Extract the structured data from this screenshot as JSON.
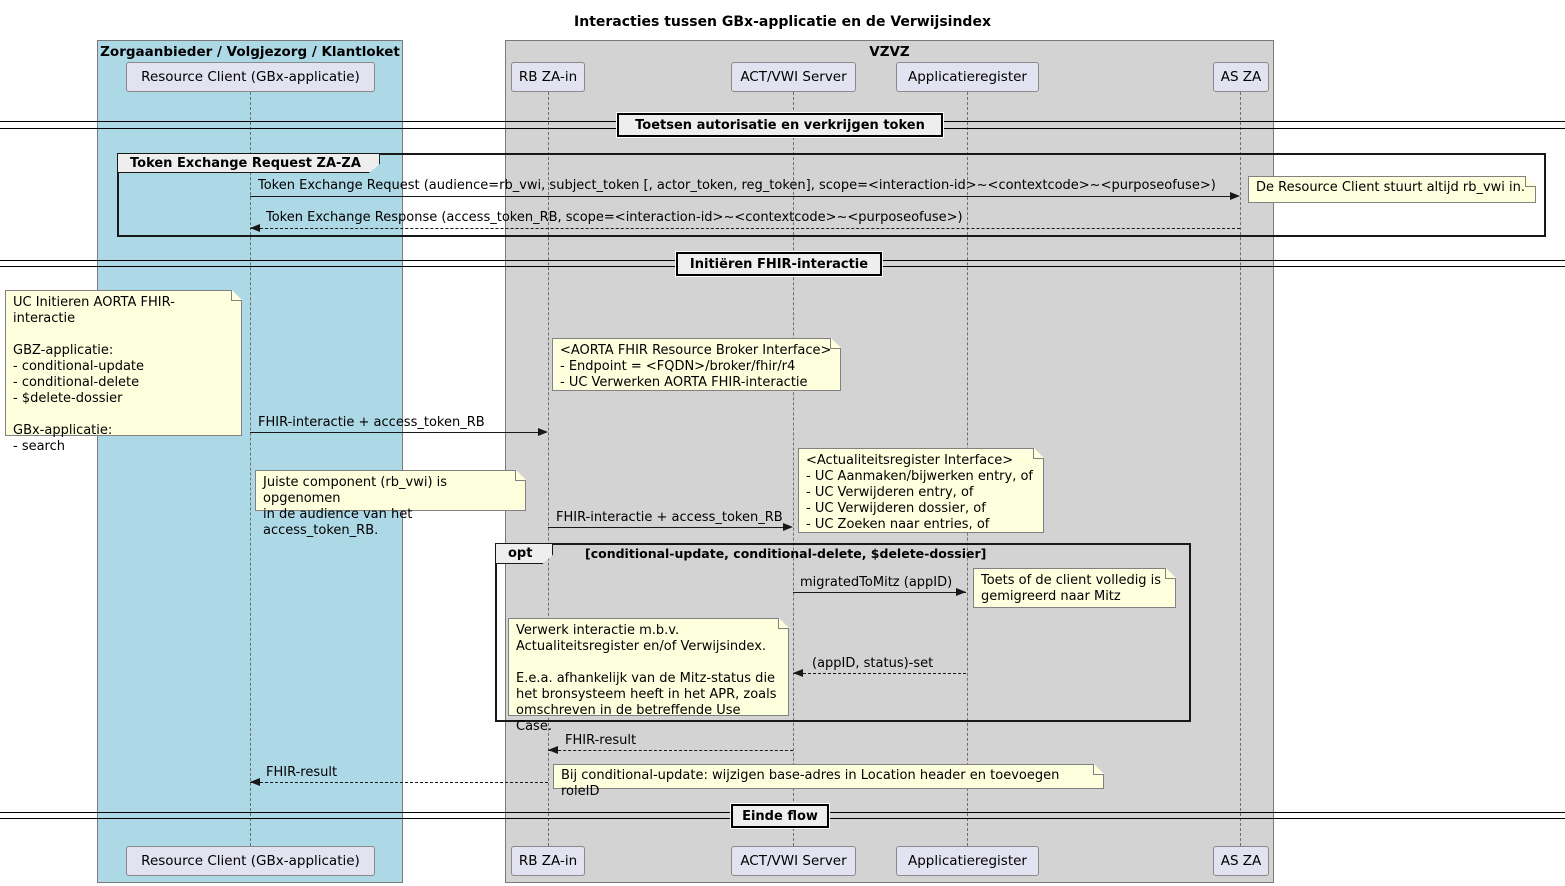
{
  "title": "Interacties tussen GBx-applicatie en de Verwijsindex",
  "boxes": {
    "zorgaanbieder": {
      "label": "Zorgaanbieder / Volgjezorg / Klantloket",
      "color": "#ADD8E6"
    },
    "vzvz": {
      "label": "VZVZ",
      "color": "#D3D3D3"
    }
  },
  "participants": [
    {
      "label": "Resource Client (GBx-applicatie)"
    },
    {
      "label": "RB ZA-in"
    },
    {
      "label": "ACT/VWI Server"
    },
    {
      "label": "Applicatieregister"
    },
    {
      "label": "AS ZA"
    }
  ],
  "dividers": [
    {
      "label": "Toetsen autorisatie en verkrijgen token"
    },
    {
      "label": "Initiëren FHIR-interactie"
    },
    {
      "label": "Einde flow"
    }
  ],
  "fragments": {
    "token_exchange_group": {
      "label": "Token Exchange Request ZA-ZA"
    },
    "opt": {
      "keyword": "opt",
      "guard": "[conditional-update, conditional-delete, $delete-dossier]"
    }
  },
  "messages": [
    {
      "text": "Token Exchange Request (audience=rb_vwi, subject_token [, actor_token, reg_token], scope=<interaction-id>~<contextcode>~<purposeofuse>)",
      "from": "Resource Client (GBx-applicatie)",
      "to": "AS ZA",
      "style": "solid"
    },
    {
      "text": "Token Exchange Response (access_token_RB, scope=<interaction-id>~<contextcode>~<purposeofuse>)",
      "from": "AS ZA",
      "to": "Resource Client (GBx-applicatie)",
      "style": "dashed"
    },
    {
      "text": "FHIR-interactie + access_token_RB",
      "from": "Resource Client (GBx-applicatie)",
      "to": "RB ZA-in",
      "style": "solid"
    },
    {
      "text": "FHIR-interactie + access_token_RB",
      "from": "RB ZA-in",
      "to": "ACT/VWI Server",
      "style": "solid"
    },
    {
      "text": "migratedToMitz (appID)",
      "from": "ACT/VWI Server",
      "to": "Applicatieregister",
      "style": "solid"
    },
    {
      "text": "(appID, status)-set",
      "from": "Applicatieregister",
      "to": "ACT/VWI Server",
      "style": "dashed"
    },
    {
      "text": "FHIR-result",
      "from": "ACT/VWI Server",
      "to": "RB ZA-in",
      "style": "dashed"
    },
    {
      "text": "FHIR-result",
      "from": "RB ZA-in",
      "to": "Resource Client (GBx-applicatie)",
      "style": "dashed"
    }
  ],
  "notes": [
    {
      "text": "De Resource Client stuurt altijd rb_vwi in."
    },
    {
      "text": "UC Initieren AORTA FHIR-interactie\n\nGBZ-applicatie:\n- conditional-update\n- conditional-delete\n- $delete-dossier\n\nGBx-applicatie:\n- search"
    },
    {
      "text": "<AORTA FHIR Resource Broker Interface>\n- Endpoint = <FQDN>/broker/fhir/r4\n- UC Verwerken AORTA FHIR-interactie"
    },
    {
      "text": "Juiste component (rb_vwi) is opgenomen\nin de audience van het access_token_RB."
    },
    {
      "text": "<Actualiteitsregister Interface>\n- UC Aanmaken/bijwerken entry, of\n- UC Verwijderen entry, of\n- UC Verwijderen dossier, of\n- UC Zoeken naar entries, of"
    },
    {
      "text": "Toets of de client volledig is\ngemigreerd naar Mitz"
    },
    {
      "text": "Verwerk interactie m.b.v.\nActualiteitsregister en/of Verwijsindex.\n\nE.e.a. afhankelijk van de Mitz-status die\nhet bronsysteem heeft in het APR, zoals\nomschreven in de betreffende Use Case."
    },
    {
      "text": "Bij conditional-update: wijzigen base-adres in Location header en toevoegen roleID"
    }
  ],
  "colors": {
    "note_bg": "#FEFFDD",
    "box_blue": "#ADD8E6",
    "box_gray": "#D3D3D3",
    "participant_bg": "#E2E2F0",
    "frame_header_bg": "#EEEEEE",
    "arrow": "#181818"
  }
}
